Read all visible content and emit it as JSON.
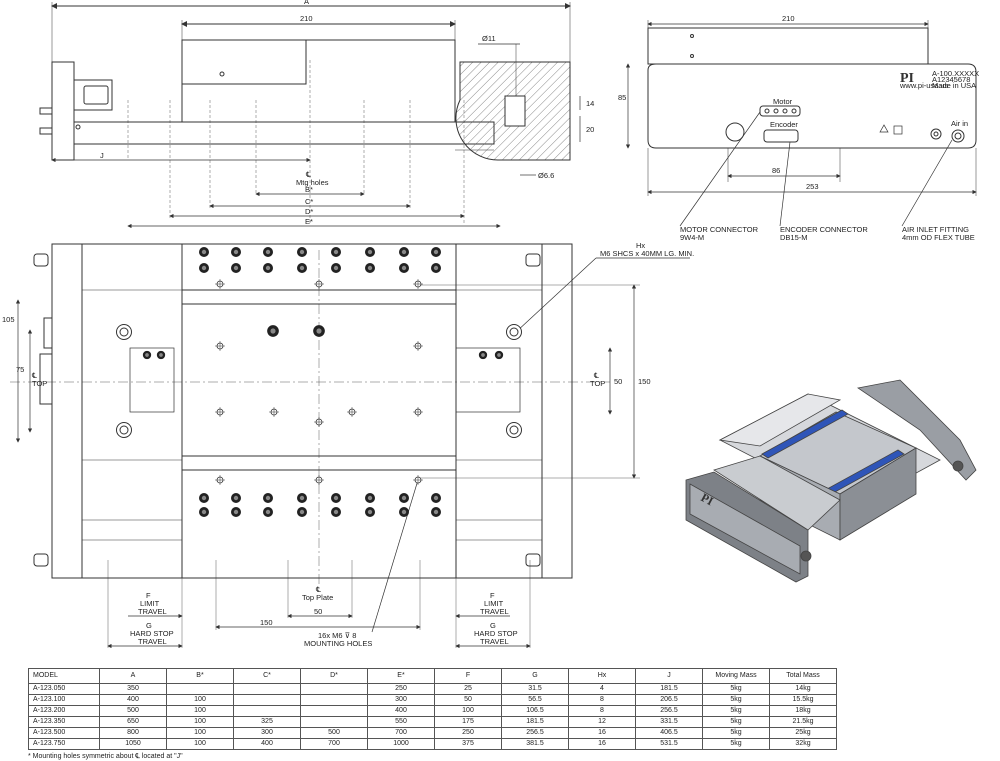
{
  "colors": {
    "line": "#333333",
    "stage_blue": "#2f55b8",
    "stage_gray": "#b8bcc2",
    "stage_dark": "#6b6f75"
  },
  "side_view": {
    "dim_a": "A",
    "dim_210": "210",
    "dim_phi11": "Ø11",
    "dim_14": "14",
    "dim_20": "20",
    "dim_85": "85",
    "dim_phi66": "Ø6.6",
    "dim_j": "J",
    "mtg_symbol": "℄",
    "mtg_holes": "Mtg holes",
    "dim_b": "B*",
    "dim_c": "C*",
    "dim_d": "D*",
    "dim_e": "E*"
  },
  "end_view": {
    "dim_210": "210",
    "dim_86": "86",
    "dim_253": "253",
    "brand": "PI",
    "model_line1": "A-100.XXXXX",
    "model_line2": "A12345678",
    "model_line3": "www.pi-usa.us",
    "model_line4": "Made in USA",
    "connector_motor_label": "Motor",
    "connector_encoder_label": "Encoder",
    "air_label": "Air in",
    "callouts": [
      {
        "line1": "MOTOR CONNECTOR",
        "line2": "9W4-M"
      },
      {
        "line1": "ENCODER CONNECTOR",
        "line2": "DB15-M"
      },
      {
        "line1": "AIR INLET FITTING",
        "line2": "4mm OD FLEX TUBE"
      }
    ]
  },
  "top_view": {
    "hx": "Hx",
    "hx_desc": "M6 SHCS x 40MM LG. MIN.",
    "dim_105": "105",
    "dim_75": "75",
    "cl_symbol": "℄",
    "top_label": "TOP",
    "dim_50": "50",
    "dim_150v": "150",
    "f_label": "F",
    "limit_label": "LIMIT",
    "travel_label": "TRAVEL",
    "g_label": "G",
    "hard_stop_label": "HARD STOP",
    "top_plate": "Top Plate",
    "dim_50b": "50",
    "dim_150h": "150",
    "mounting_holes_line1": "16x M6 ⊽ 8",
    "mounting_holes_line2": "MOUNTING HOLES"
  },
  "table": {
    "headers": [
      "MODEL",
      "A",
      "B*",
      "C*",
      "D*",
      "E*",
      "F",
      "G",
      "Hx",
      "J",
      "Moving Mass",
      "Total Mass"
    ],
    "rows": [
      [
        "A-123.050",
        "350",
        "",
        "",
        "",
        "250",
        "25",
        "31.5",
        "4",
        "181.5",
        "5kg",
        "14kg"
      ],
      [
        "A-123.100",
        "400",
        "100",
        "",
        "",
        "300",
        "50",
        "56.5",
        "8",
        "206.5",
        "5kg",
        "15.5kg"
      ],
      [
        "A-123.200",
        "500",
        "100",
        "",
        "",
        "400",
        "100",
        "106.5",
        "8",
        "256.5",
        "5kg",
        "18kg"
      ],
      [
        "A-123.350",
        "650",
        "100",
        "325",
        "",
        "550",
        "175",
        "181.5",
        "12",
        "331.5",
        "5kg",
        "21.5kg"
      ],
      [
        "A-123.500",
        "800",
        "100",
        "300",
        "500",
        "700",
        "250",
        "256.5",
        "16",
        "406.5",
        "5kg",
        "25kg"
      ],
      [
        "A-123.750",
        "1050",
        "100",
        "400",
        "700",
        "1000",
        "375",
        "381.5",
        "16",
        "531.5",
        "5kg",
        "32kg"
      ]
    ],
    "footnote": "* Mounting holes symmetric about ℄ located at \"J\""
  }
}
